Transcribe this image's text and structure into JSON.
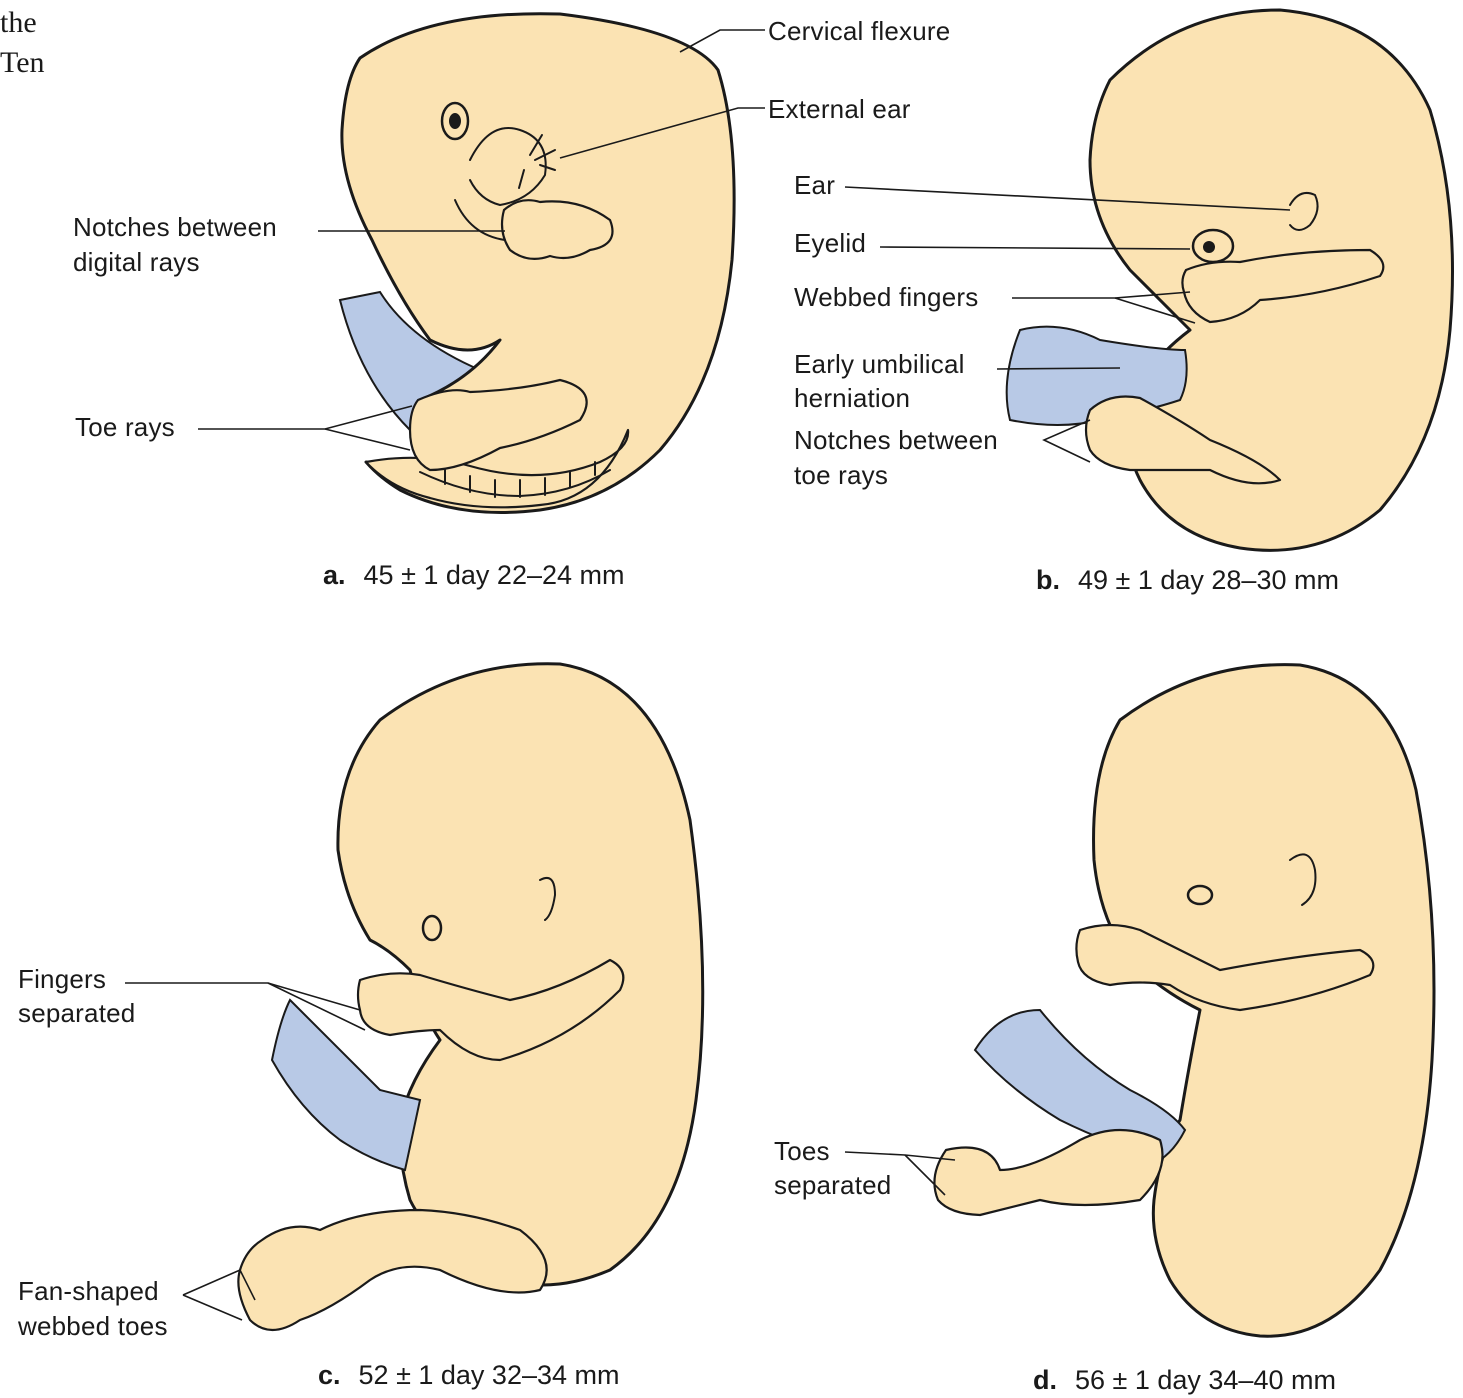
{
  "page_fragment": {
    "line1": "the",
    "line2": "Ten"
  },
  "colors": {
    "skin": "#fbe3b3",
    "outline": "#1a1a1a",
    "cord": "#b8c9e6",
    "background": "#ffffff"
  },
  "panels": [
    {
      "letter": "a.",
      "caption": "45 ± 1 day 22–24 mm",
      "labels": {
        "cervical_flexure": "Cervical flexure",
        "external_ear": "External ear",
        "notches_digital_1": "Notches between",
        "notches_digital_2": "digital rays",
        "toe_rays": "Toe rays"
      }
    },
    {
      "letter": "b.",
      "caption": "49 ± 1 day 28–30 mm",
      "labels": {
        "ear": "Ear",
        "eyelid": "Eyelid",
        "webbed_fingers": "Webbed fingers",
        "umbilical_1": "Early umbilical",
        "umbilical_2": "herniation",
        "notches_toe_1": "Notches between",
        "notches_toe_2": "toe rays"
      }
    },
    {
      "letter": "c.",
      "caption": "52 ± 1 day 32–34 mm",
      "labels": {
        "fingers_1": "Fingers",
        "fingers_2": "separated",
        "fan_1": "Fan-shaped",
        "fan_2": "webbed toes"
      }
    },
    {
      "letter": "d.",
      "caption": "56 ± 1 day 34–40 mm",
      "labels": {
        "toes_1": "Toes",
        "toes_2": "separated"
      }
    }
  ]
}
